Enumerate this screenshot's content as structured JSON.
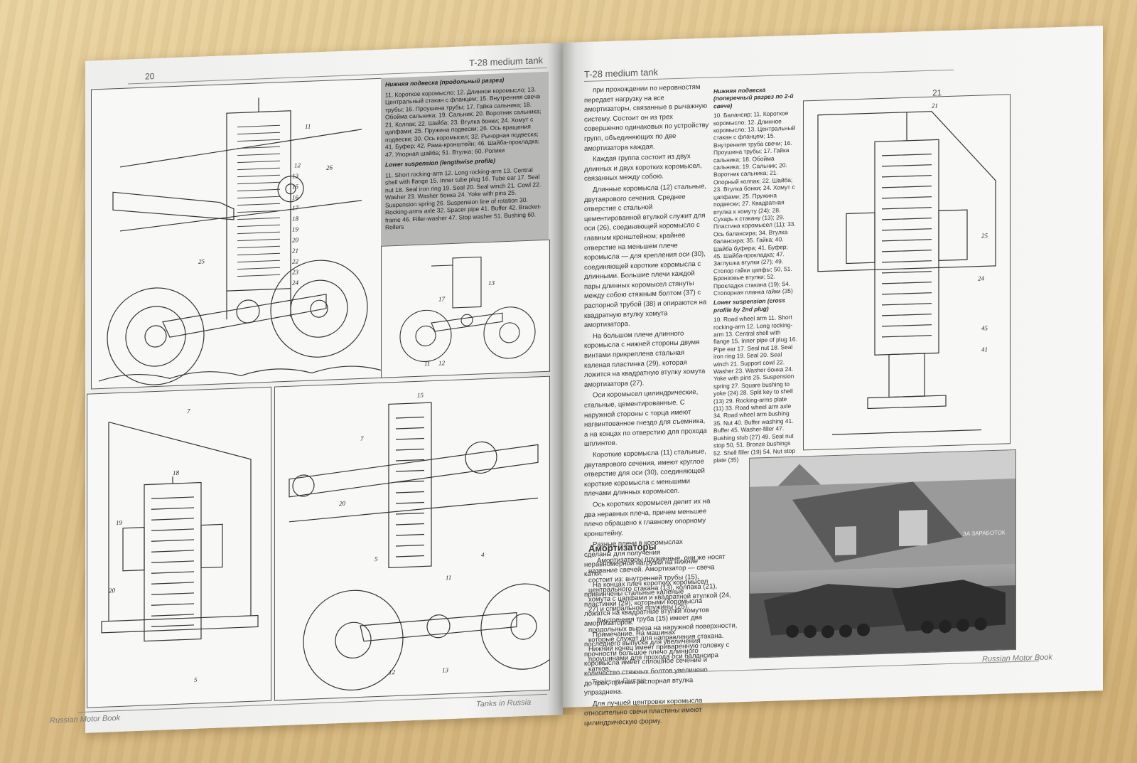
{
  "left_page": {
    "page_number": "20",
    "running_head": "T-28 medium tank",
    "footer_left": "Russian Motor Book",
    "footer_right": "Tanks in Russia",
    "caption": {
      "title_ru": "Нижняя подвеска (продольный разрез)",
      "text_ru": "11. Короткое коромысло; 12. Длинное коромысло; 13. Центральный стакан с фланцем; 15. Внутренняя свеча трубы; 16. Проушина трубы; 17. Гайка сальника; 18. Обойма сальника; 19. Сальник; 20. Воротник сальника; 21. Колпак; 22. Шайба; 23. Втулка бонки; 24. Хомут с цапфами; 25. Пружина подвески; 26. Ось вращения подвески; 30. Ось коромысел; 32. Рычорная подвеска; 41. Буфер; 42. Рама-кронштейн; 46. Шайба-прокладка; 47. Упорная шайба; 51. Втулка; 60. Ролики",
      "title_en": "Lower suspension (lengthwise profile)",
      "text_en": "11. Short rocking-arm 12. Long rocking-arm 13. Central shell with flange 15. Inner tube plug 16. Tube ear 17. Seal nut 18. Seal iron ring 19. Seal 20. Seal winch 21. Cowl 22. Washer 23. Washer бонка 24. Yoke with pins 25. Suspension spring 26. Suspension line of rotation 30. Rocking-arms axle 32. Spacer pipe 41. Buffer 42. Bracket-frame 46. Filler-washer 47. Stop washer 51. Bushing 60. Rollers"
    }
  },
  "right_page": {
    "page_number": "21",
    "running_head": "T-28 medium tank",
    "footer_left": "Tanks in Russia",
    "footer_right": "Russian Motor Book",
    "body_paragraphs": [
      "при прохождении по неровностям передает нагрузку на все амортизаторы, связанные в рычажную систему. Состоит он из трех совершенно одинаковых по устройству групп, объединяющих по две амортизатора каждая.",
      "Каждая группа состоит из двух длинных и двух коротких коромысел, связанных между собою.",
      "Длинные коромысла (12) стальные, двутаврового сечения. Среднее отверстие с стальной цементированной втулкой служит для оси (26), соединяющей коромысло с главным кронштейном; крайнее отверстие на меньшем плече коромысла — для крепления оси (30), соединяющей короткие коромысла с длинными. Большие плечи каждой пары длинных коромысел стянуты между собою стяжным болтом (37) с распорной трубой (38) и опираются на квадратную втулку хомута амортизатора.",
      "На большом плече длинного коромысла с нижней стороны двумя винтами прикреплена стальная каленая пластинка (29), которая ложится на квадратную втулку хомута амортизатора (27).",
      "Оси коромысел цилиндрические, стальные, цементированные. С наружной стороны с торца имеют нагвинтованное гнездо для съемника, а на концах по отверстию для прохода шплинтов.",
      "Короткие коромысла (11) стальные, двутаврового сечения, имеют круглое отверстие для оси (30), соединяющей короткие коромысла с меньшими плечами длинных коромысел.",
      "Ось коротких коромысел делит их на два неравных плеча, причем меньшее плечо обращено к главному опорному кронштейну.",
      "Разные плечи в коромыслах сделаны для получения неравномерной нагрузки на нижние катки.",
      "На концах плеч коротких коромысел привинчены стальные каленые пластинки (29), которыми коромысла ложатся на квадратные втулки хомутов амортизаторов.",
      "Примечание. На машинах последнего выпуска для увеличения прочности большое плечо длинного коромысла имеет сплошное сечение и количество стяжных болтов увеличено до трех, причем распорная втулка упразднена.",
      "Для лучшей центровки коромысла относительно свечи пластины имеют цилиндрическую форму."
    ],
    "subheading": "Амортизаторы",
    "body_paragraphs_2": [
      "Амортизаторы пружинные, они же носят название свечей. Амортизатор — свеча состоит из: внутренней трубы (15), центрального стакана (13), колпака (21), хомута с цапфами и квадратной втулкой (24, 27) и спиральной пружины (25).",
      "Внутренняя труба (15) имеет два продольных выреза на наружной поверхности, которые служат для направления стакана. Нижний конец имеет приваренную головку с проушинами для прохода оси балансира катков."
    ],
    "side_caption": {
      "title_ru": "Нижняя подвеска (поперечный разрез по 2-й свече)",
      "text_ru": "10. Балансир; 11. Короткое коромысло; 12. Длинное коромысло; 13. Центральный стакан с фланцем; 15. Внутренняя труба свечи; 16. Проушина трубы; 17. Гайка сальника; 18. Обойма сальника; 19. Сальник; 20. Воротник сальника; 21. Опорный колпак; 22. Шайба; 23. Втулка бонки; 24. Хомут с цапфами; 25. Пружина подвески; 27. Квадратная втулка к хомуту (24); 28. Сухарь к стакану (13); 29. Пластина коромысел (11); 33. Ось балансира; 34. Втулка балансира; 35. Гайка; 40. Шайба буфера; 41. Буфер; 45. Шайба-прокладка; 47. Заглушка втулки (27); 49. Стопор гайки цапфы; 50, 51. Бронзовые втулки; 52. Прокладка стакана (19); 54. Стопорная планка гайки (35)",
      "title_en": "Lower suspension (cross profile by 2nd plug)",
      "text_en": "10. Road wheel arm 11. Short rocking-arm 12. Long rocking-arm 13. Central shell with flange 15. Inner pipe of plug 16. Pipe ear 17. Seal nut 18. Seal iron ring 19. Seal 20. Seal winch 21. Support cowl 22. Washer 23. Washer бонка 24. Yoke with pins 25. Suspension spring 27. Square bushing to yoke (24) 28. Split key to shell (13) 29. Rocking-arms plate (11) 33. Road wheel arm axle 34. Road wheel arm bushing 35. Nut 40. Buffer washing 41. Buffer 45. Washer-filler 47. Bushing stub (27) 49. Seal nut stop 50, 51. Bronze bushings 52. Shell filler (19) 54. Nut stop plate (35)"
    }
  },
  "figure_labels": {
    "top_drawing": [
      "11",
      "12",
      "13",
      "15",
      "16",
      "17",
      "18",
      "19",
      "20",
      "21",
      "22",
      "23",
      "24",
      "25",
      "26"
    ],
    "inset": [
      "17",
      "11",
      "12",
      "13"
    ],
    "bottom_left": [
      "7",
      "18",
      "19",
      "20",
      "5"
    ],
    "bottom_right": [
      "15",
      "7",
      "20",
      "5",
      "11",
      "12",
      "13",
      "4"
    ],
    "cross_section": [
      "21",
      "25",
      "24",
      "45",
      "41"
    ]
  },
  "photo": {
    "banner_text": "ЗА ЗАРАБОТОК"
  }
}
